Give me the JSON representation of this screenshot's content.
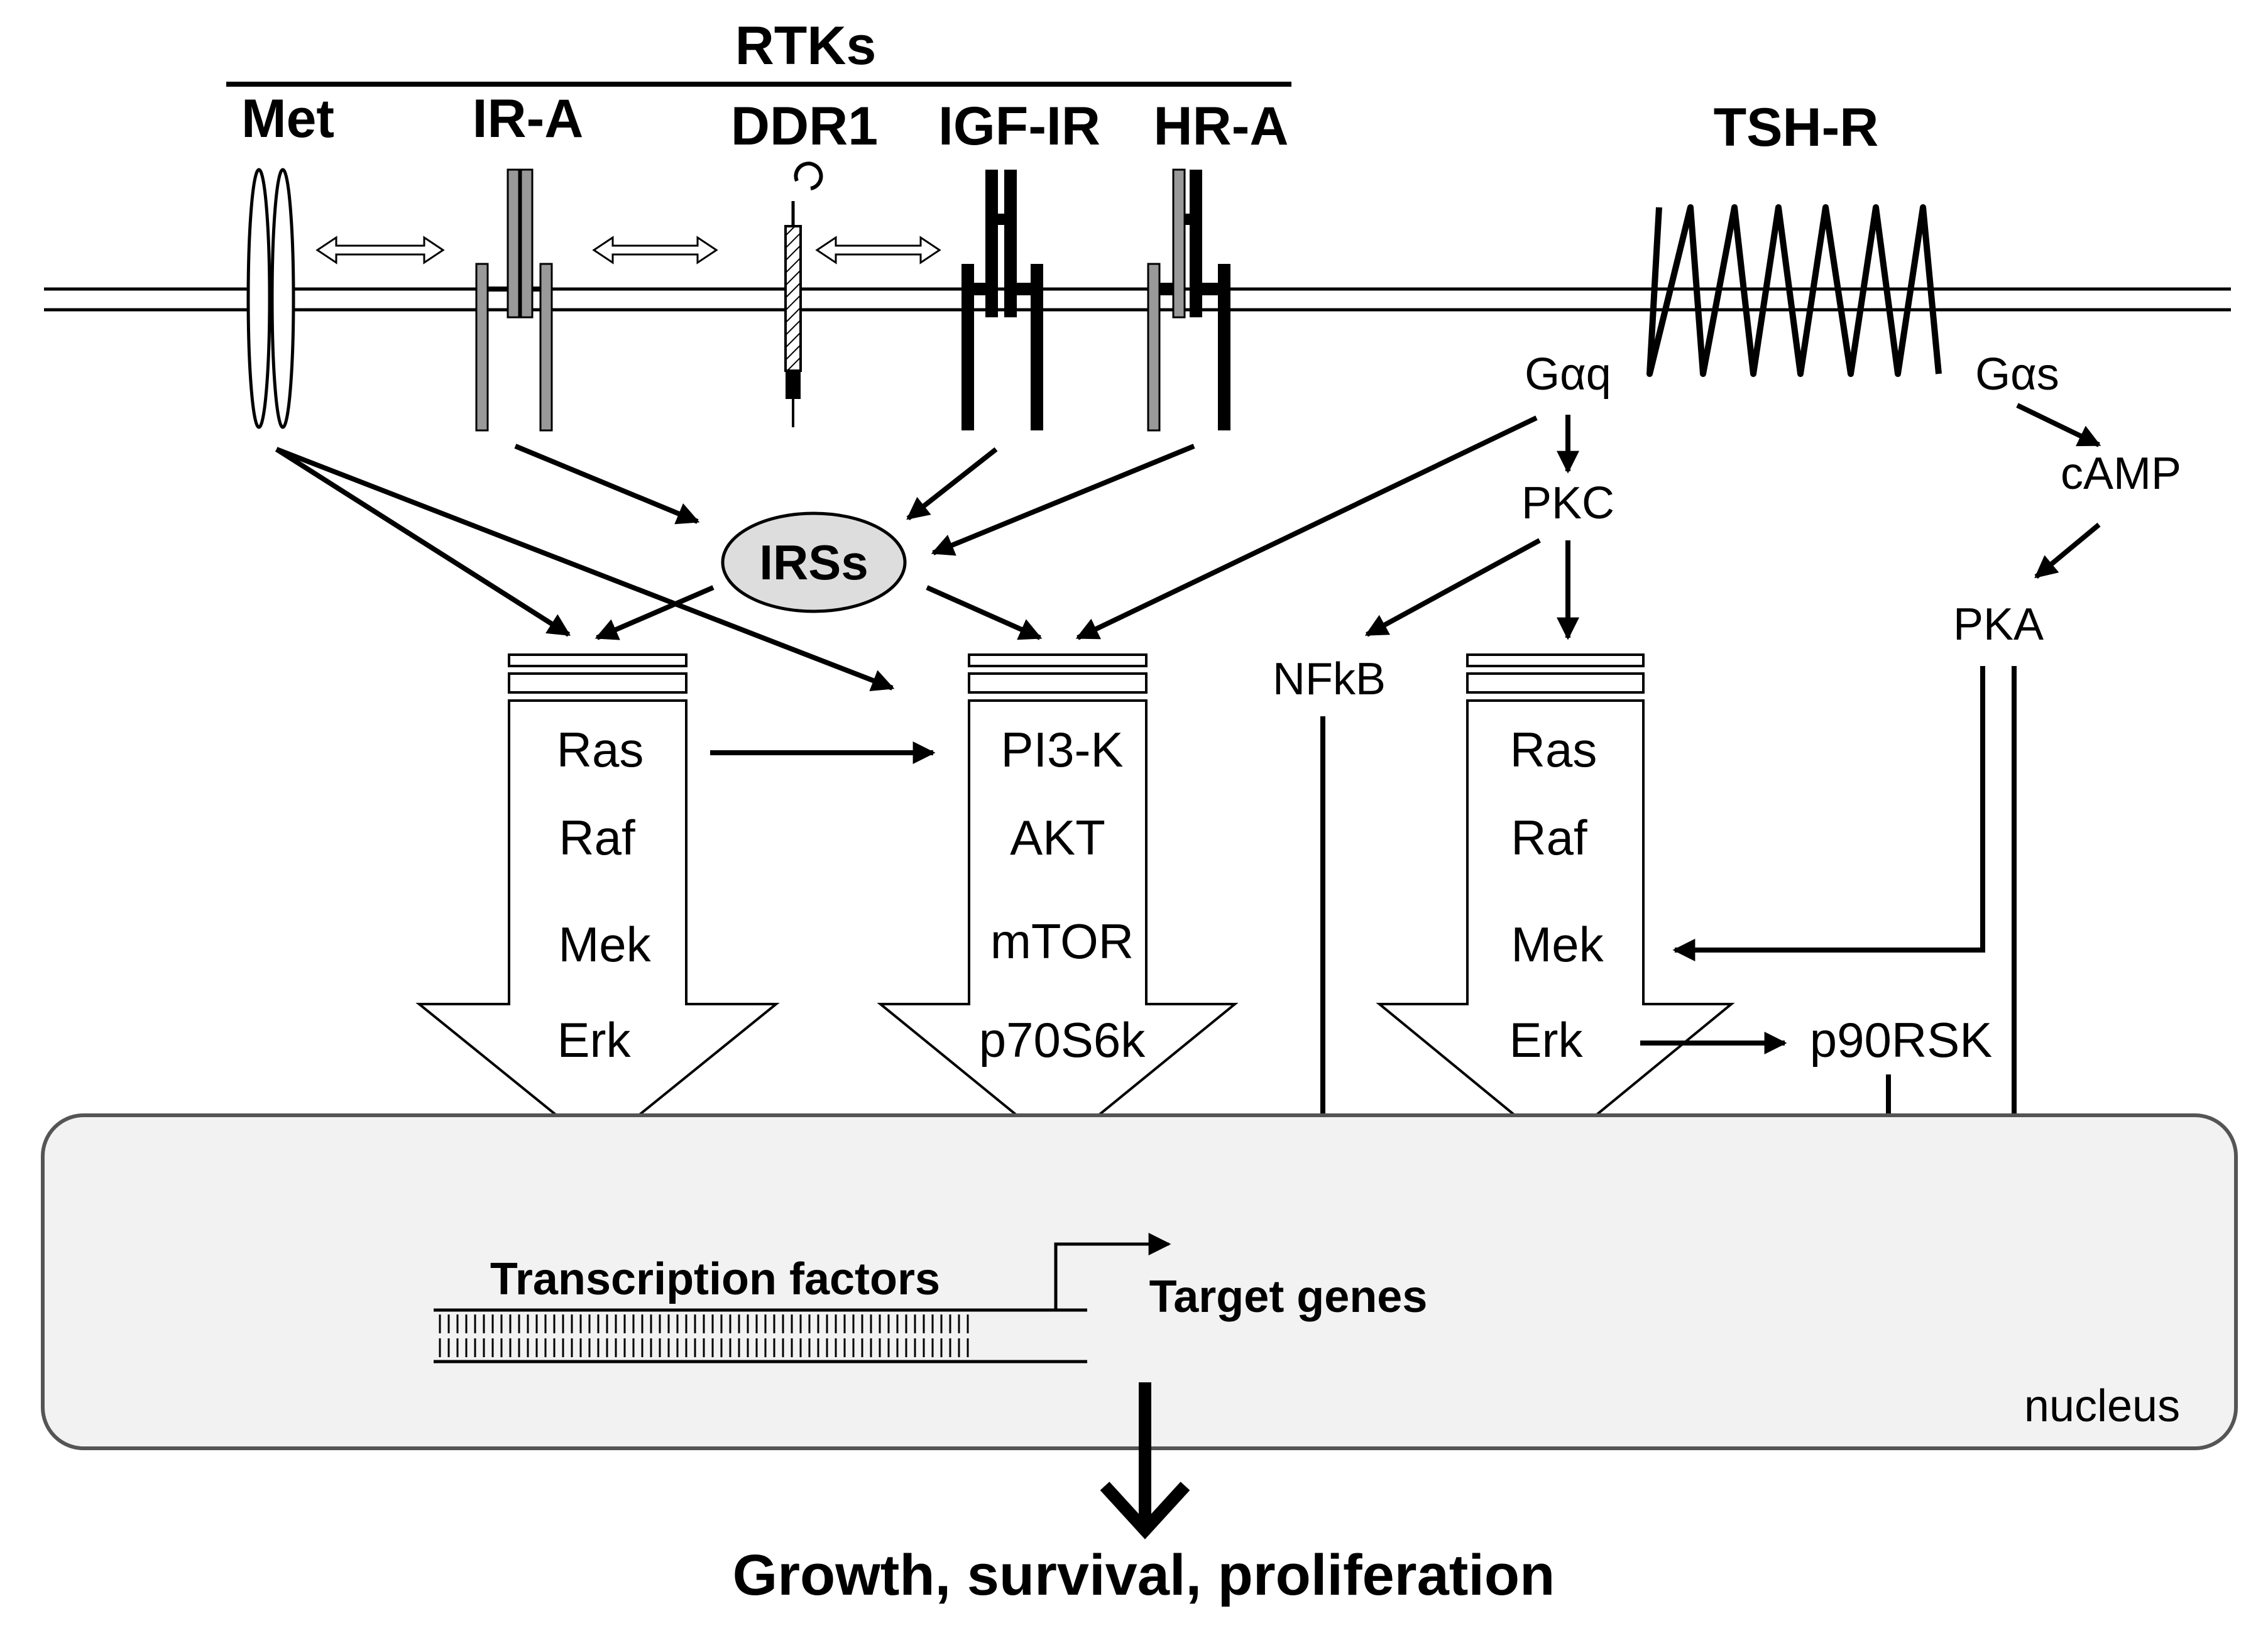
{
  "title": "",
  "rtk_group": {
    "label": "RTKs",
    "receptors": {
      "met": "Met",
      "ir_a": "IR-A",
      "ddr1": "DDR1",
      "igf_ir": "IGF-IR",
      "hr_a": "HR-A"
    }
  },
  "tsh_receptor": "TSH-R",
  "adaptor": "IRSs",
  "g_proteins": {
    "gaq": "Gαq",
    "gas": "Gαs"
  },
  "second_messengers": {
    "pkc": "PKC",
    "camp": "cAMP",
    "pka": "PKA",
    "nfkb": "NFkB"
  },
  "pathways": {
    "mapk_left": [
      "Ras",
      "Raf",
      "Mek",
      "Erk"
    ],
    "pi3k": [
      "PI3-K",
      "AKT",
      "mTOR",
      "p70S6k"
    ],
    "mapk_right": [
      "Ras",
      "Raf",
      "Mek",
      "Erk"
    ]
  },
  "p90rsk": "p90RSK",
  "nucleus": {
    "label": "nucleus",
    "transcription_factors": "Transcription factors",
    "target_genes": "Target genes"
  },
  "outcome": "Growth, survival, proliferation"
}
